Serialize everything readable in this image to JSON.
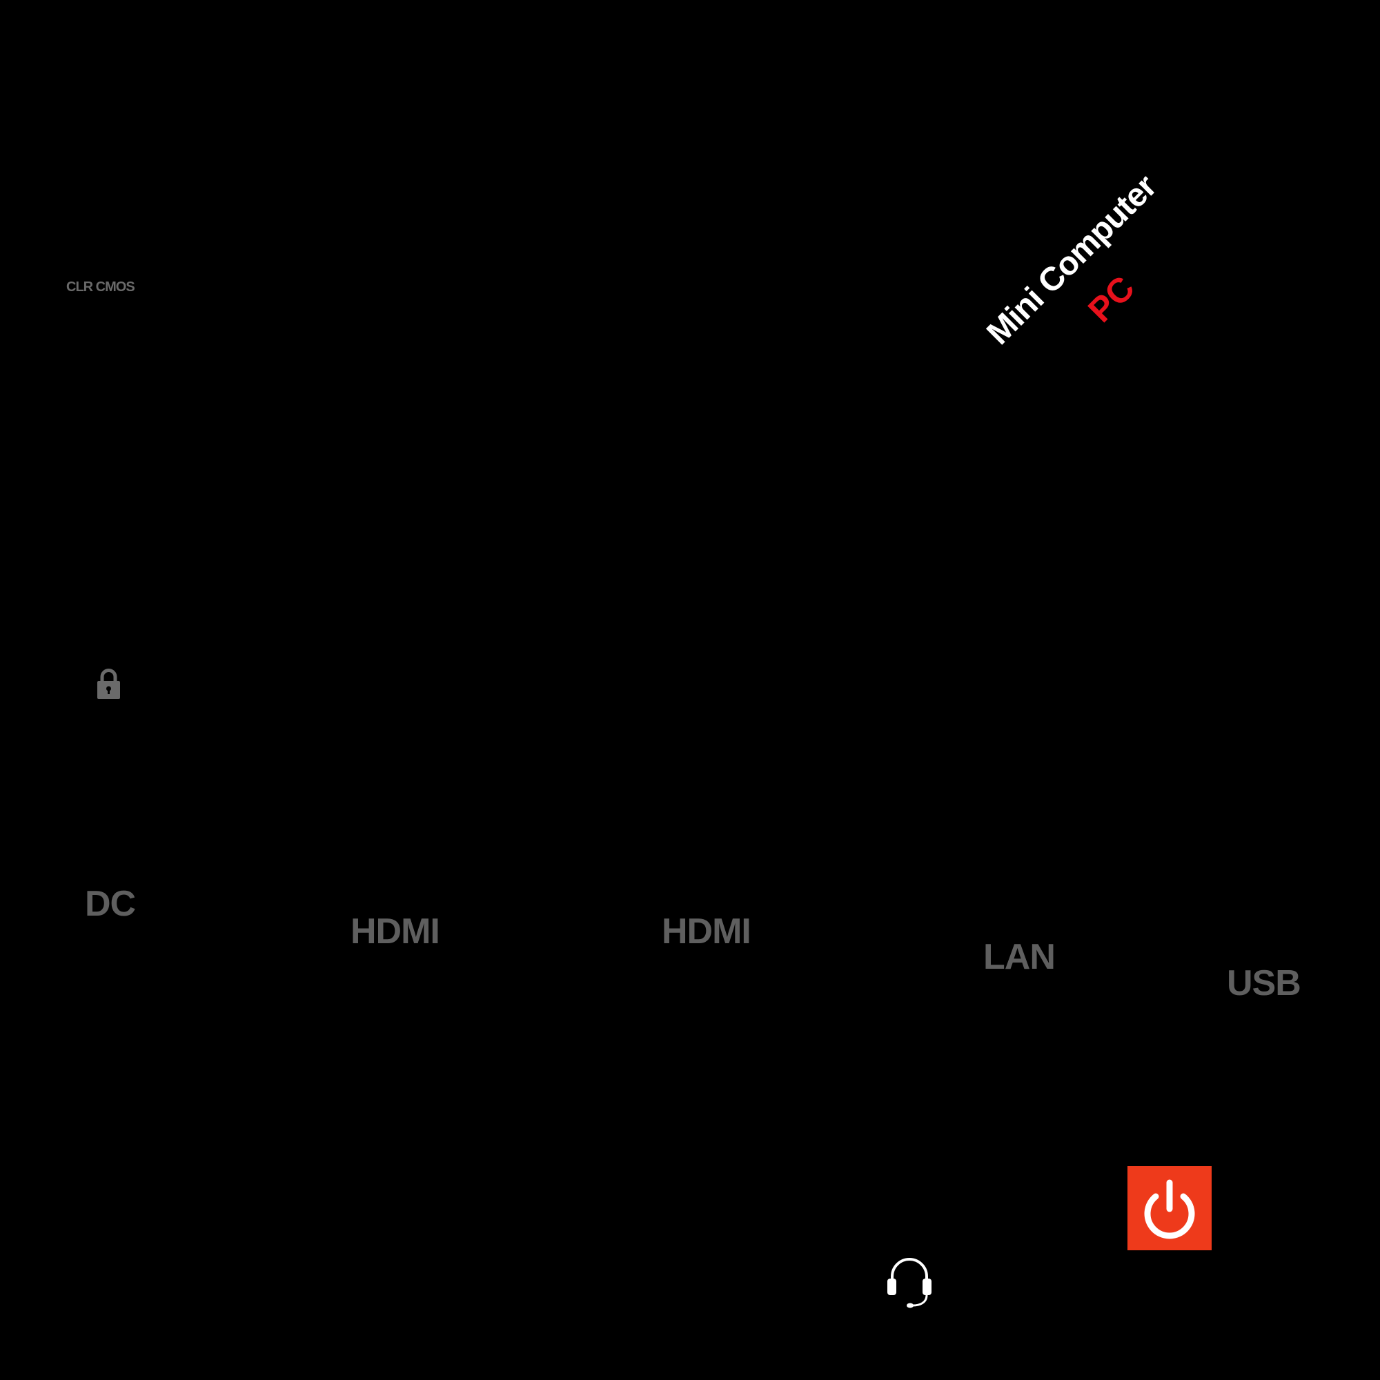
{
  "clr_cmos": "CLR CMOS",
  "brand": {
    "title": "Mini Computer",
    "subtitle": "PC",
    "title_color": "#ffffff",
    "subtitle_color": "#e8111c"
  },
  "ports": {
    "dc": "DC",
    "hdmi_1": "HDMI",
    "hdmi_2": "HDMI",
    "lan": "LAN",
    "usb": "USB"
  },
  "icons": {
    "lock": "lock-icon",
    "power": "power-icon",
    "headset": "headset-icon"
  },
  "colors": {
    "background": "#000000",
    "label_gray": "#5f5f5f",
    "power_button": "#ee3a1b",
    "icon_white": "#ffffff"
  }
}
